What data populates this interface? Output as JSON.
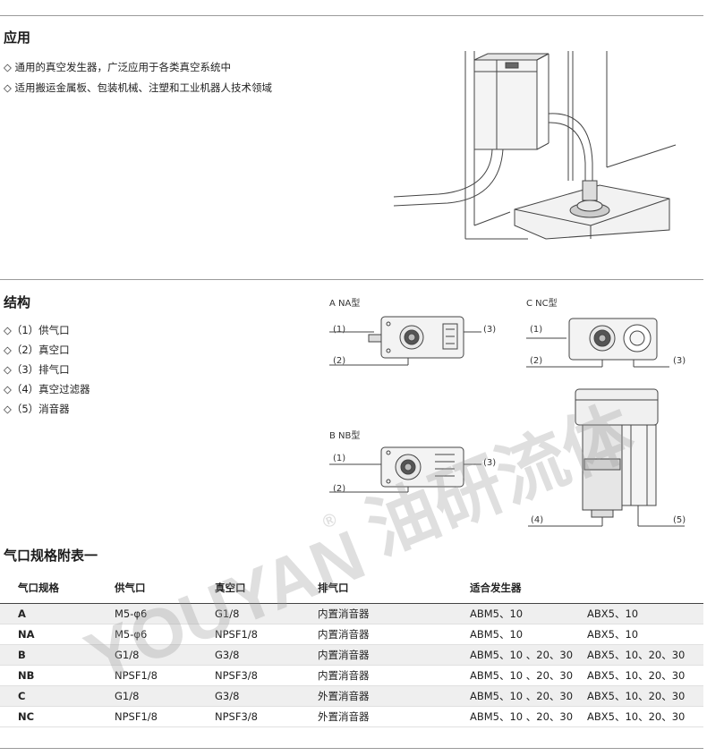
{
  "application": {
    "title": "应用",
    "bullets": [
      "◇ 通用的真空发生器，广泛应用于各类真空系统中",
      "◇ 适用搬运金属板、包装机械、注塑和工业机器人技术领域"
    ]
  },
  "structure": {
    "title": "结构",
    "bullets": [
      "◇（1）供气口",
      "◇（2）真空口",
      "◇（3）排气口",
      "◇（4）真空过滤器",
      "◇（5）消音器"
    ],
    "diagrams": {
      "na": {
        "title": "A  NA型",
        "l1": "(1)",
        "l2": "(2)",
        "l3": "(3)"
      },
      "nc": {
        "title": "C  NC型",
        "l1": "(1)",
        "l2": "(2)",
        "l3": "(3)"
      },
      "nb": {
        "title": "B  NB型",
        "l1": "(1)",
        "l2": "(2)",
        "l3": "(3)"
      },
      "side": {
        "l4": "(4)",
        "l5": "(5)"
      }
    }
  },
  "watermark": {
    "latin": "YOUYAN",
    "registered": "®",
    "cjk": "油研流体"
  },
  "table": {
    "title": "气口规格附表一",
    "headers": [
      "气口规格",
      "供气口",
      "真空口",
      "排气口",
      "适合发生器"
    ],
    "rows": [
      {
        "spec": "A",
        "supply": "M5-φ6",
        "vacuum": "G1/8",
        "exhaust": "内置消音器",
        "gen_abm": "ABM5、10",
        "gen_abx": "ABX5、10"
      },
      {
        "spec": "NA",
        "supply": "M5-φ6",
        "vacuum": "NPSF1/8",
        "exhaust": "内置消音器",
        "gen_abm": "ABM5、10",
        "gen_abx": "ABX5、10"
      },
      {
        "spec": "B",
        "supply": "G1/8",
        "vacuum": "G3/8",
        "exhaust": "内置消音器",
        "gen_abm": "ABM5、10 、20、30",
        "gen_abx": "ABX5、10、20、30"
      },
      {
        "spec": "NB",
        "supply": "NPSF1/8",
        "vacuum": "NPSF3/8",
        "exhaust": "内置消音器",
        "gen_abm": "ABM5、10 、20、30",
        "gen_abx": "ABX5、10、20、30"
      },
      {
        "spec": "C",
        "supply": "G1/8",
        "vacuum": "G3/8",
        "exhaust": "外置消音器",
        "gen_abm": "ABM5、10 、20、30",
        "gen_abx": "ABX5、10、20、30"
      },
      {
        "spec": "NC",
        "supply": "NPSF1/8",
        "vacuum": "NPSF3/8",
        "exhaust": "外置消音器",
        "gen_abm": "ABM5、10 、20、30",
        "gen_abx": "ABX5、10、20、30"
      }
    ]
  }
}
